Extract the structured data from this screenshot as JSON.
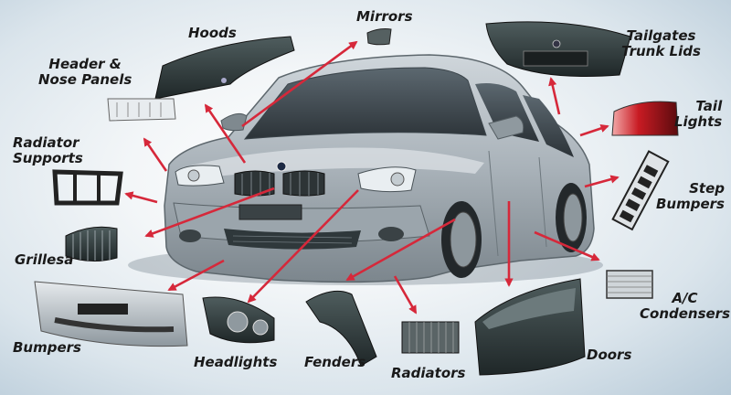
{
  "labels": {
    "hoods": "Hoods",
    "mirrors": "Mirrors",
    "tailgates": [
      "Tailgates",
      "Trunk Lids"
    ],
    "header": [
      "Header &",
      "Nose Panels"
    ],
    "tail_lights": [
      "Tail",
      "Lights"
    ],
    "radiator_supports": [
      "Radiator",
      "Supports"
    ],
    "step_bumpers": [
      "Step",
      "Bumpers"
    ],
    "grilles": "Grillesa",
    "ac": [
      "A/C",
      "Condensers"
    ],
    "bumpers": "Bumpers",
    "headlights": "Headlights",
    "fenders": "Fenders",
    "radiators": "Radiators",
    "doors": "Doors"
  },
  "colors": {
    "arrow": "#d6283a",
    "car_body": "#a9b2b9",
    "dark_part": "#2f3a3b"
  }
}
